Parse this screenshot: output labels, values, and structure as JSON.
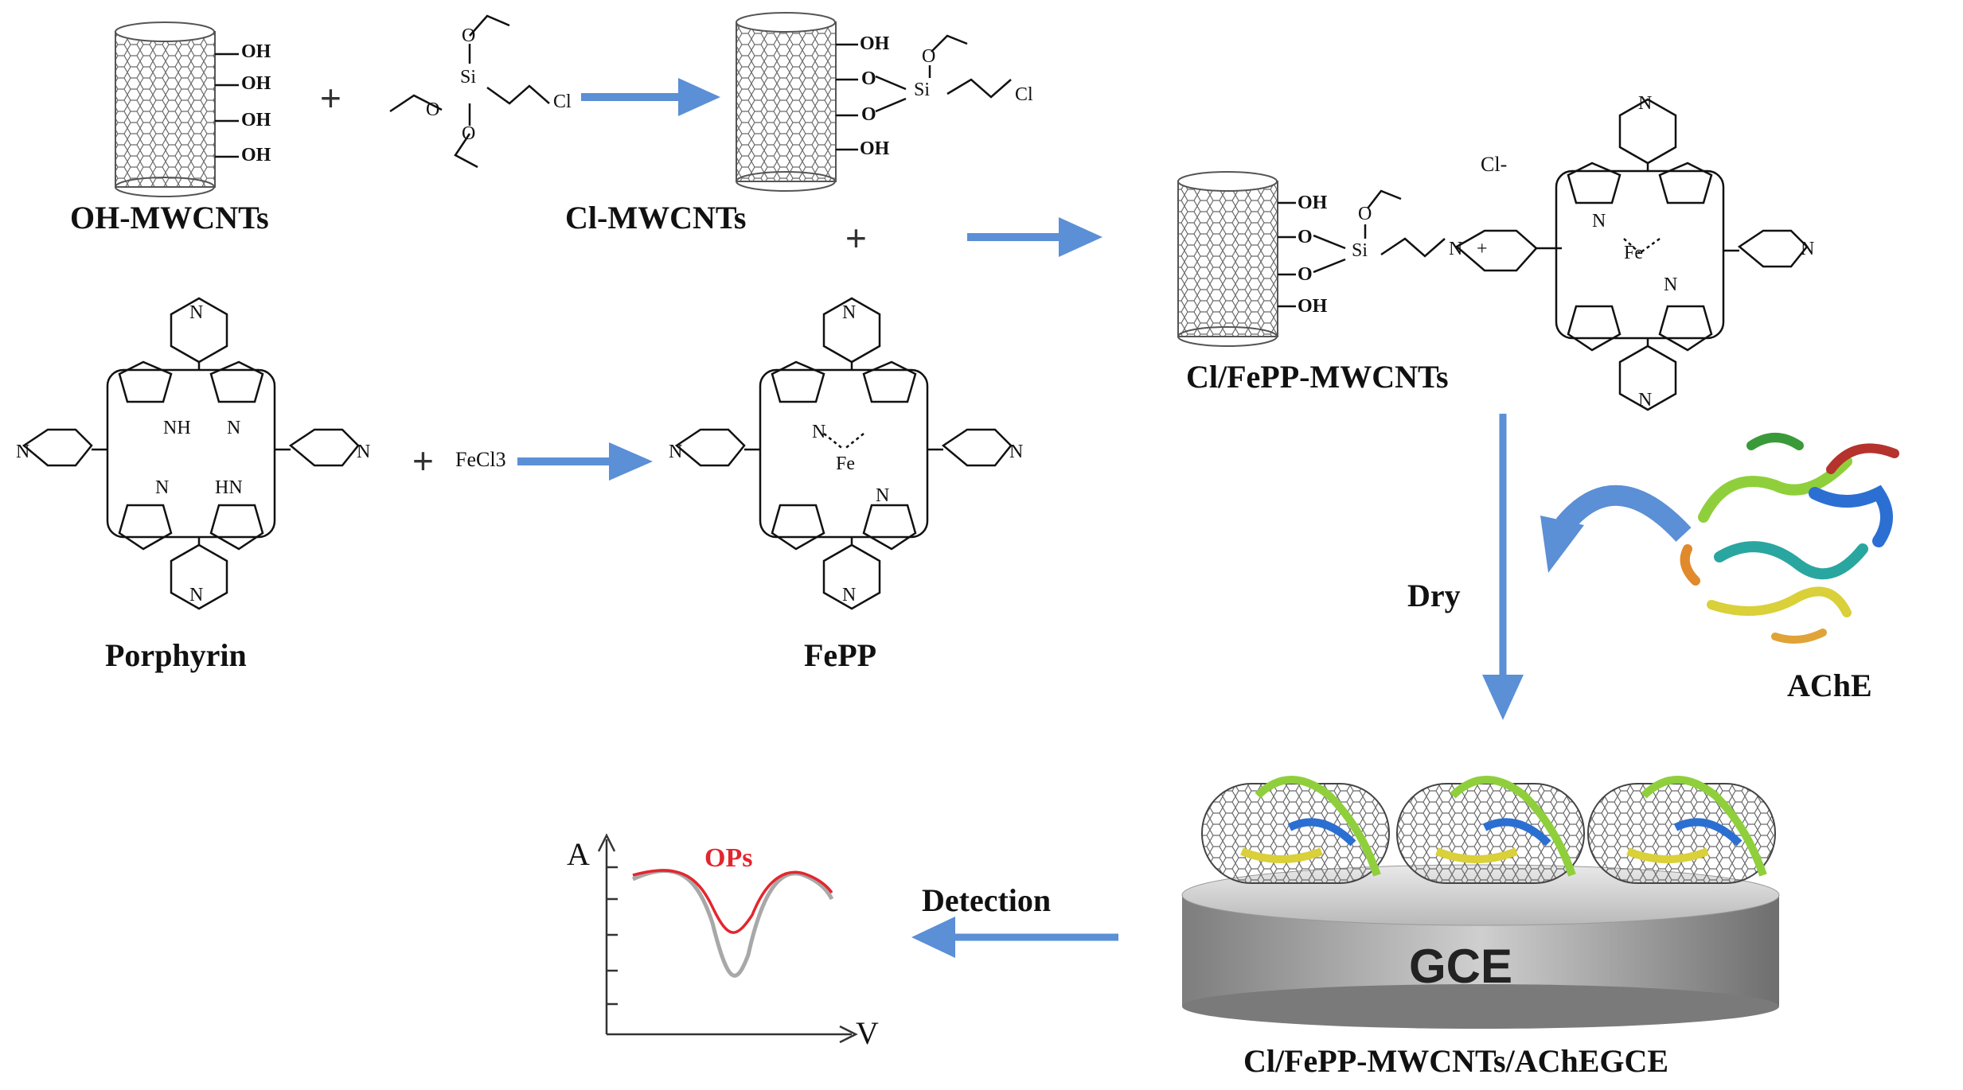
{
  "labels": {
    "oh_mwcnts": "OH-MWCNTs",
    "cl_mwcnts": "Cl-MWCNTs",
    "porphyrin": "Porphyrin",
    "fepp": "FePP",
    "cl_fepp_mwcnts": "Cl/FePP-MWCNTs",
    "ache": "AChE",
    "dry": "Dry",
    "detection": "Detection",
    "gce": "GCE",
    "electrode": "Cl/FePP-MWCNTs/AChEGCE",
    "fecl3": "FeCl3",
    "chloride": "Cl-",
    "plus": "+"
  },
  "chem": {
    "oh": "OH",
    "o": "O",
    "si": "Si",
    "cl": "Cl",
    "n": "N",
    "nh": "NH",
    "hn": "HN",
    "fe": "Fe",
    "charge": "+"
  },
  "plot": {
    "y_label": "A",
    "x_label": "V",
    "series_label": "OPs"
  },
  "colors": {
    "arrow": "#5b8fd6",
    "ops_curve": "#e3262e",
    "control_curve": "#a8a8a8",
    "cnt_line": "#555555"
  },
  "chart_data": {
    "type": "line",
    "title": "",
    "xlabel": "V",
    "ylabel": "A",
    "series": [
      {
        "name": "OPs",
        "color": "#e3262e"
      },
      {
        "color": "#a8a8a8"
      }
    ]
  }
}
